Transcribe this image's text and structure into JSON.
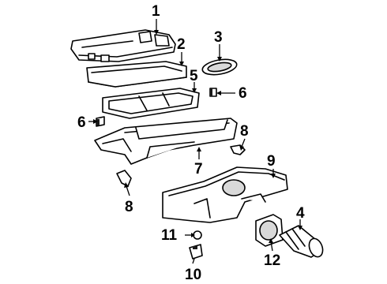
{
  "callouts": {
    "c1": "1",
    "c2": "2",
    "c3": "3",
    "c4": "4",
    "c5": "5",
    "c6a": "6",
    "c6b": "6",
    "c7": "7",
    "c8a": "8",
    "c8b": "8",
    "c9": "9",
    "c10": "10",
    "c11": "11",
    "c12": "12"
  }
}
